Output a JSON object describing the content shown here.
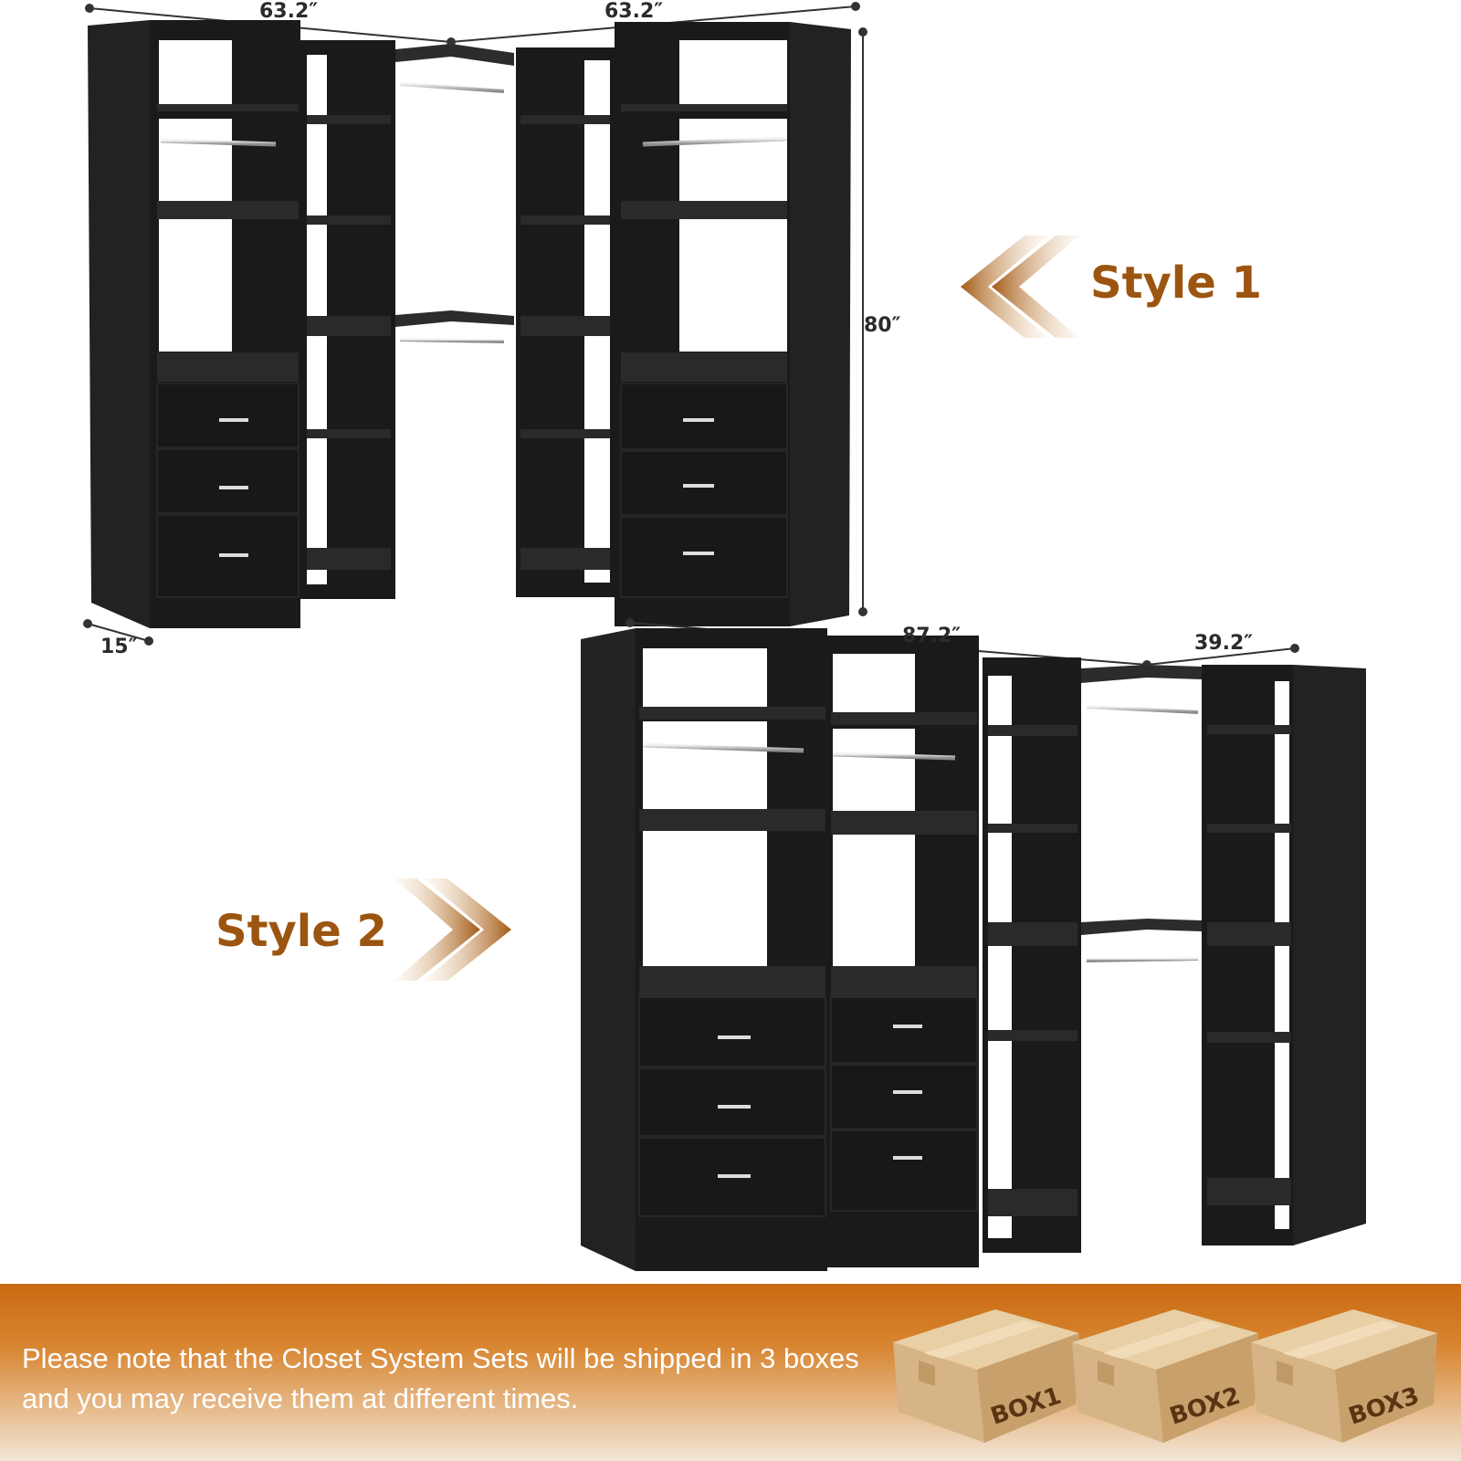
{
  "colors": {
    "accent": "#9c5510",
    "cabinet": "#1c1c1c",
    "banner_top": "#c96a12",
    "banner_bottom": "#f2e6d6",
    "box": "#d6b485"
  },
  "style1": {
    "label": "Style 1",
    "dims": {
      "width_left": "63.2″",
      "width_right": "63.2″",
      "height": "80″",
      "depth": "15″"
    }
  },
  "style2": {
    "label": "Style 2",
    "dims": {
      "width_main": "87.2″",
      "width_side": "39.2″"
    }
  },
  "shipping": {
    "note": "Please note that the Closet System Sets will be shipped in 3 boxes and you may receive them at different times.",
    "boxes": [
      "BOX1",
      "BOX2",
      "BOX3"
    ]
  },
  "icons": [
    "chevron-left-icon",
    "chevron-right-icon",
    "cardboard-box-icon"
  ]
}
